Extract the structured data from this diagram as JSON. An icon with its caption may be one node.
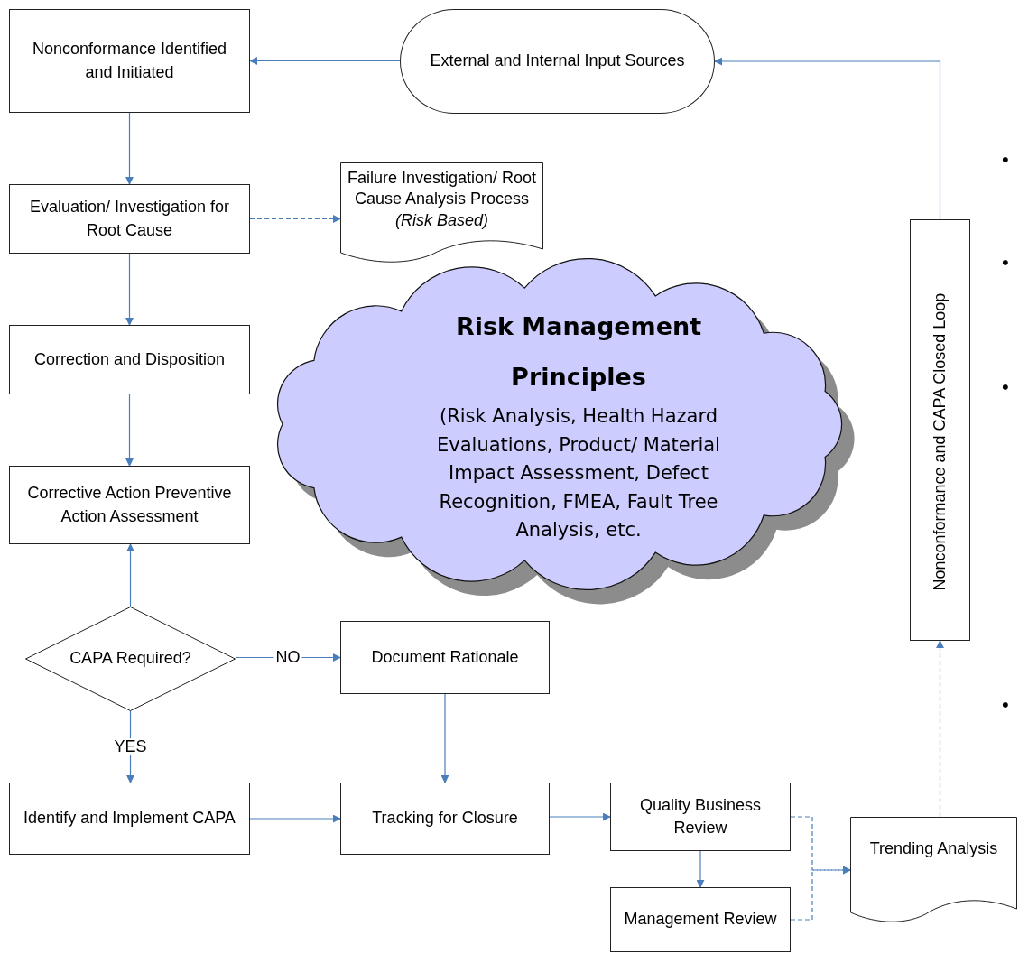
{
  "diagram": {
    "nodes": [
      {
        "text": [
          "Nonconformance Identified and Initiated"
        ]
      },
      {
        "text": [
          "External and Internal Input Sources"
        ]
      },
      {
        "text": [
          "Evaluation/ Investigation for Root Cause"
        ]
      },
      {
        "text": [
          "Failure Investigation/ Root Cause Analysis Process",
          "(Risk Based)"
        ]
      },
      {
        "text": [
          "Correction and Disposition"
        ]
      },
      {
        "text": [
          "Risk Management Principles",
          "(Risk Analysis, Health Hazard Evaluations, Product/ Material Impact Assessment, Defect Recognition, FMEA, Fault Tree Analysis, etc."
        ]
      },
      {
        "text": [
          "Corrective Action Preventive Action Assessment"
        ]
      },
      {
        "text": [
          "Nonconformance and CAPA Closed Loop"
        ]
      },
      {
        "text": [
          "CAPA Required?"
        ]
      },
      {
        "text": [
          "Document Rationale"
        ]
      },
      {
        "text": [
          "Identify and Implement CAPA"
        ]
      },
      {
        "text": [
          "Tracking for Closure"
        ]
      },
      {
        "text": [
          "Quality Business Review"
        ]
      },
      {
        "text": [
          "Trending Analysis"
        ]
      },
      {
        "text": [
          "Management Review"
        ]
      }
    ],
    "edges": [
      {
        "from": 1,
        "to": 0,
        "arrow": "to"
      },
      {
        "from": 0,
        "to": 2,
        "arrow": "to"
      },
      {
        "from": 2,
        "to": 3,
        "arrow": "to",
        "style": "dashed"
      },
      {
        "from": 2,
        "to": 4,
        "arrow": "to"
      },
      {
        "from": 4,
        "to": 6,
        "arrow": "to"
      },
      {
        "from": 8,
        "to": 6,
        "arrow": "to"
      },
      {
        "from": 8,
        "to": 9,
        "arrow": "to",
        "label": "NO"
      },
      {
        "from": 8,
        "to": 10,
        "arrow": "to",
        "label": "YES"
      },
      {
        "from": 9,
        "to": 11,
        "arrow": "to"
      },
      {
        "from": 10,
        "to": 11,
        "arrow": "to"
      },
      {
        "from": 11,
        "to": 12,
        "arrow": "to"
      },
      {
        "from": 12,
        "to": 14,
        "arrow": "to"
      },
      {
        "from": 12,
        "to": 13,
        "arrow": "to",
        "style": "dashed"
      },
      {
        "from": 14,
        "to": 13,
        "arrow": "to",
        "style": "dashed"
      },
      {
        "from": 13,
        "to": 7,
        "arrow": "to",
        "style": "dashed"
      },
      {
        "from": 7,
        "to": 1,
        "arrow": "to"
      }
    ],
    "labels": [
      "•",
      "•",
      "•",
      "•"
    ]
  }
}
